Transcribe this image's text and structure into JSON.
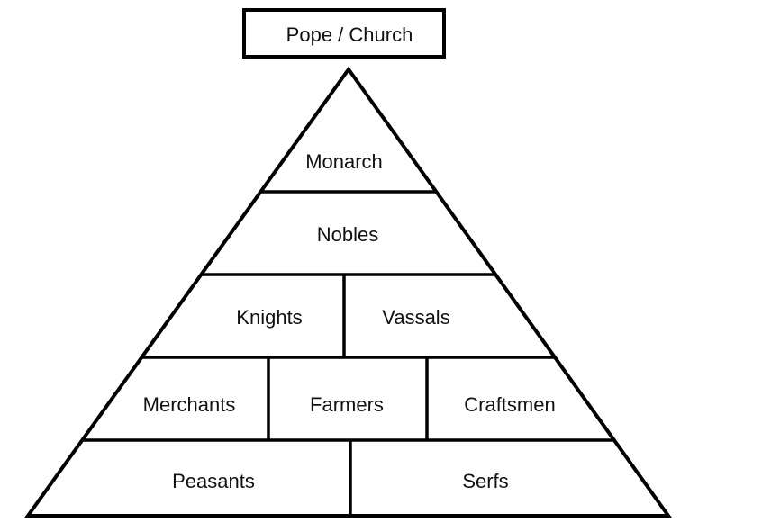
{
  "top": "Pope / Church",
  "tiers": {
    "monarch": "Monarch",
    "nobles": "Nobles",
    "knights": "Knights",
    "vassals": "Vassals",
    "merchants": "Merchants",
    "farmers": "Farmers",
    "craftsmen": "Craftsmen",
    "peasants": "Peasants",
    "serfs": "Serfs"
  },
  "colors": {
    "stroke": "#000000",
    "background": "#ffffff"
  }
}
